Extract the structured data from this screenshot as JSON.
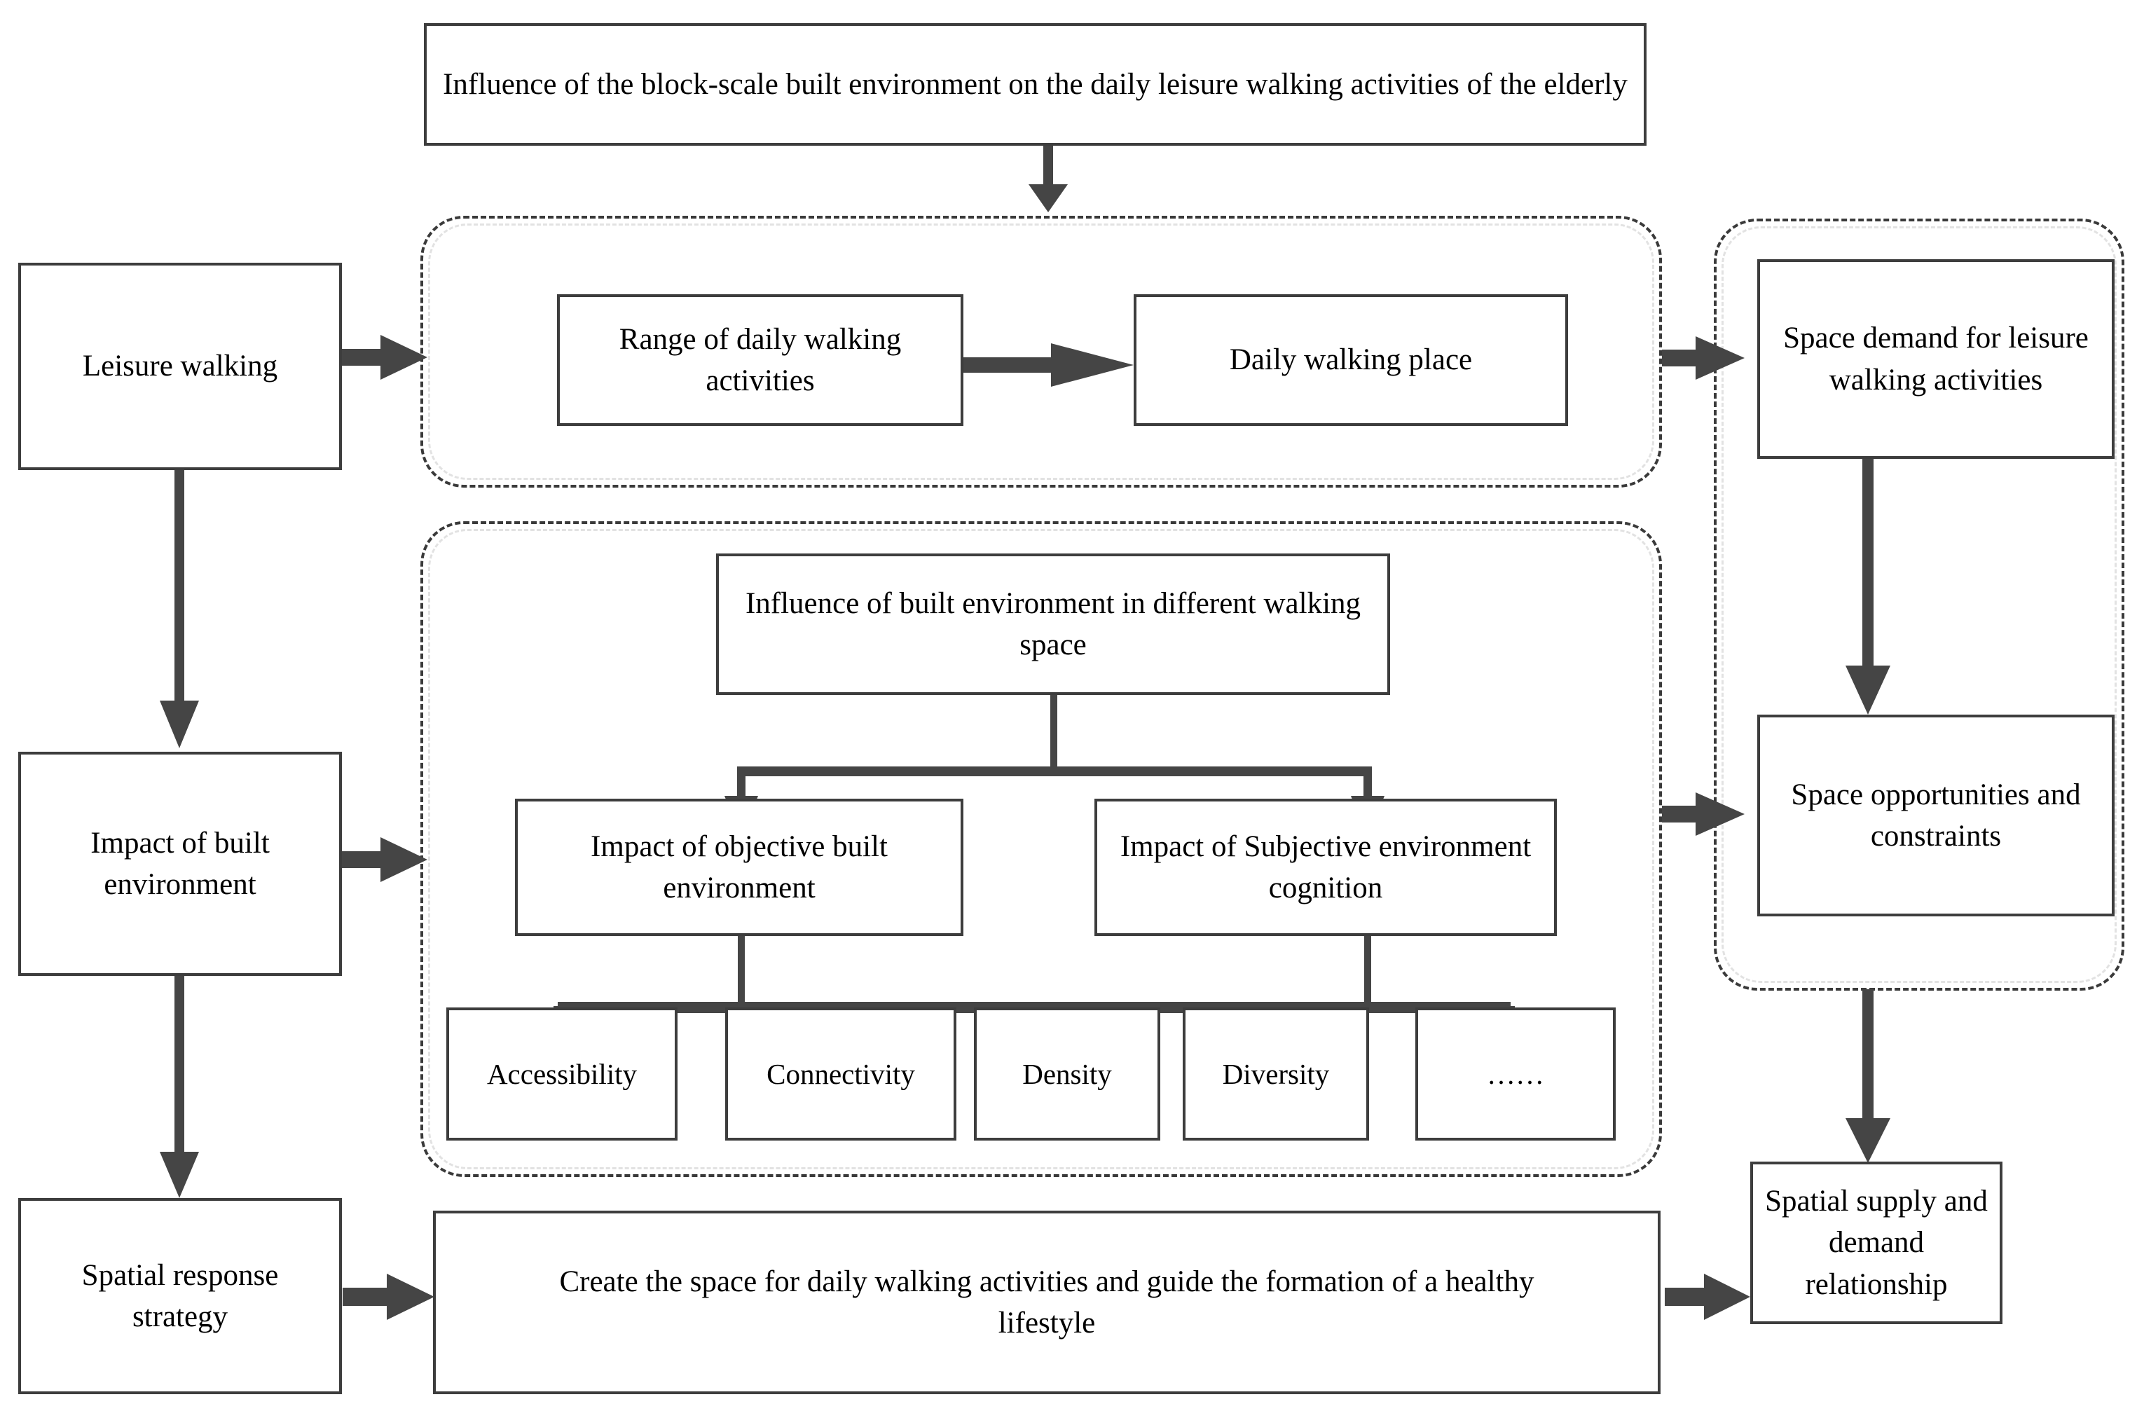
{
  "diagram": {
    "title_box": {
      "label": "Influence of the block-scale built environment on the daily leisure walking activities of the elderly"
    },
    "left_column": [
      {
        "id": "leisure-walking",
        "label": "Leisure walking"
      },
      {
        "id": "impact-of-built-environment",
        "label": "Impact of built environment"
      },
      {
        "id": "spatial-response-strategy",
        "label": "Spatial response strategy"
      }
    ],
    "group_walking": {
      "nodes": [
        {
          "id": "range-of-daily-walking-activities",
          "label": "Range of daily walking activities"
        },
        {
          "id": "daily-walking-place",
          "label": "Daily walking place"
        }
      ]
    },
    "group_built_environment": {
      "head": {
        "id": "influence-of-built-environment",
        "label": "Influence of built environment in different walking space"
      },
      "branches": [
        {
          "id": "impact-of-objective-built-environment",
          "label": "Impact of objective built environment"
        },
        {
          "id": "impact-of-subjective-environment-cognition",
          "label": "Impact of Subjective environment cognition"
        }
      ],
      "factors": [
        {
          "id": "accessibility",
          "label": "Accessibility"
        },
        {
          "id": "connectivity",
          "label": "Connectivity"
        },
        {
          "id": "density",
          "label": "Density"
        },
        {
          "id": "diversity",
          "label": "Diversity"
        },
        {
          "id": "ellipsis",
          "label": "……"
        }
      ]
    },
    "group_space": {
      "nodes": [
        {
          "id": "space-demand-for-leisure-walking-activities",
          "label": "Space demand for leisure walking activities"
        },
        {
          "id": "space-opportunities-and-constraints",
          "label": "Space opportunities and constraints"
        }
      ]
    },
    "bottom": {
      "outcome": {
        "id": "create-the-space",
        "label": "Create the space for daily walking activities and guide the formation of a healthy lifestyle"
      },
      "result": {
        "id": "spatial-supply-and-demand-relationship",
        "label": "Spatial supply and demand relationship"
      }
    },
    "colors": {
      "box_border": "#3d3d3d",
      "group_border": "#3a3a3a",
      "group_border_shadow": "#e2e2e2",
      "connector": "#454545",
      "background": "#ffffff",
      "text": "#000000"
    }
  }
}
